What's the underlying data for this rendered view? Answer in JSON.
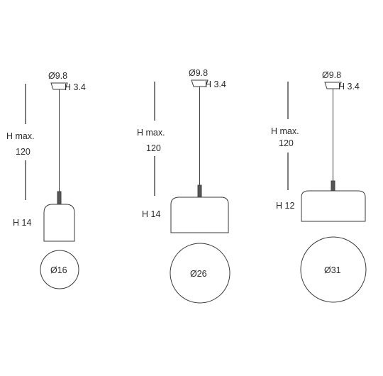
{
  "lamps": [
    {
      "canopy_diameter": "Ø9.8",
      "canopy_height": "H 3.4",
      "max_height_line1": "H max.",
      "max_height_line2": "120",
      "shade_height": "H 14",
      "shade_diameter": "Ø16"
    },
    {
      "canopy_diameter": "Ø9.8",
      "canopy_height": "H 3.4",
      "max_height_line1": "H max.",
      "max_height_line2": "120",
      "shade_height": "H 14",
      "shade_diameter": "Ø26"
    },
    {
      "canopy_diameter": "Ø9.8",
      "canopy_height": "H 3.4",
      "max_height_line1": "H max.",
      "max_height_line2": "120",
      "shade_height": "H 12",
      "shade_diameter": "Ø31"
    }
  ]
}
